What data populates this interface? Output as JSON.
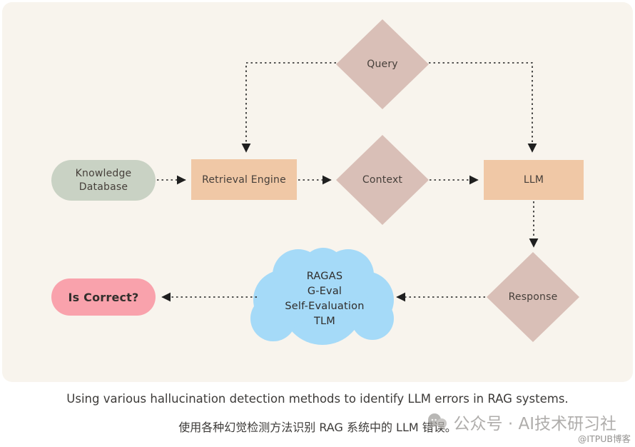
{
  "diagram": {
    "nodes": {
      "query": {
        "label": "Query"
      },
      "knowledge_database": {
        "label_line1": "Knowledge",
        "label_line2": "Database"
      },
      "retrieval_engine": {
        "label": "Retrieval Engine"
      },
      "context": {
        "label": "Context"
      },
      "llm": {
        "label": "LLM"
      },
      "response": {
        "label": "Response"
      },
      "is_correct": {
        "label": "Is Correct?"
      },
      "detectors": {
        "lines": [
          "RAGAS",
          "G-Eval",
          "Self-Evaluation",
          "TLM"
        ]
      }
    },
    "colors": {
      "background": "#f8f4ed",
      "diamond": "#d9bfb7",
      "rect": "#f0c8a6",
      "knowledge_pill": "#c9d2c4",
      "correct_pill": "#f9a2ac",
      "cloud": "#a5daf8",
      "text": "#463f3a",
      "connector": "#1f1f1f"
    }
  },
  "caption": {
    "line1": "Using various hallucination detection methods to identify LLM errors in RAG systems.",
    "line2": "使用各种幻觉检测方法识别 RAG 系统中的 LLM 错误。"
  },
  "watermark": {
    "text": "公众号 · AI技术研习社",
    "badge": "@ITPUB博客"
  }
}
